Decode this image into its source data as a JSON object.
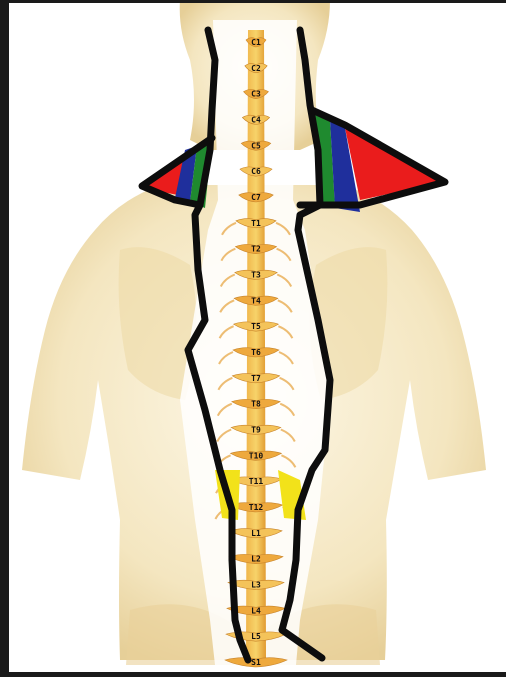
{
  "colors": {
    "background": "#ffffff",
    "skin_light": "#fbf3dc",
    "skin_mid": "#efdcaa",
    "skin_shadow": "#d9bf85",
    "spine_orange": "#e8a53a",
    "spine_yellow": "#f5c95a",
    "outline_black": "#0d0d0d",
    "band_red": "#ea1c1c",
    "band_blue": "#1f2f9c",
    "band_green": "#1f8a2f",
    "band_yellow": "#f2e21a"
  },
  "vertebra_labels": [
    "C1",
    "C2",
    "C3",
    "C4",
    "C5",
    "C6",
    "C7",
    "T1",
    "T2",
    "T3",
    "T4",
    "T5",
    "T6",
    "T7",
    "T8",
    "T9",
    "T10",
    "T11",
    "T12",
    "L1",
    "L2",
    "L3",
    "L4",
    "L5",
    "S1"
  ]
}
